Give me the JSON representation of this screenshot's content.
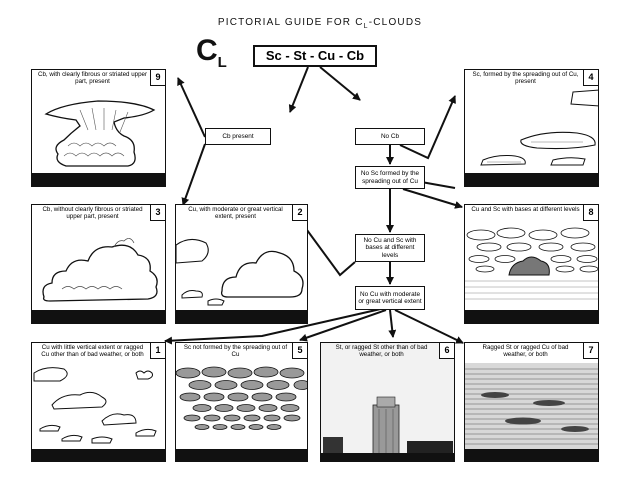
{
  "title_prefix": "PICTORIAL GUIDE FOR C",
  "title_sub": "L",
  "title_suffix": "-CLOUDS",
  "cl_main": "C",
  "cl_sub": "L",
  "top_box": "Sc - St - Cu - Cb",
  "nodes": {
    "cb_present": "Cb present",
    "no_cb": "No Cb",
    "no_sc_spreading": "No Sc formed by the spreading out of Cu",
    "no_cu_sc_bases": "No Cu and Sc with bases at different levels",
    "no_cu_vertical": "No Cu with moderate or great vertical extent"
  },
  "panels": [
    {
      "id": "9",
      "caption": "Cb, with clearly fibrous or striated upper part, present"
    },
    {
      "id": "4",
      "caption": "Sc, formed by the spreading out of Cu, present"
    },
    {
      "id": "3",
      "caption": "Cb, without clearly fibrous or striated upper part, present"
    },
    {
      "id": "2",
      "caption": "Cu, with moderate or great vertical extent, present"
    },
    {
      "id": "8",
      "caption": "Cu and Sc with bases at different levels"
    },
    {
      "id": "1",
      "caption": "Cu with little vertical extent or ragged Cu other than of bad weather, or both"
    },
    {
      "id": "5",
      "caption": "Sc not formed by the spreading out of Cu"
    },
    {
      "id": "6",
      "caption": "St, or ragged St other than of bad weather, or both"
    },
    {
      "id": "7",
      "caption": "Ragged St or ragged Cu of bad weather, or both"
    }
  ]
}
